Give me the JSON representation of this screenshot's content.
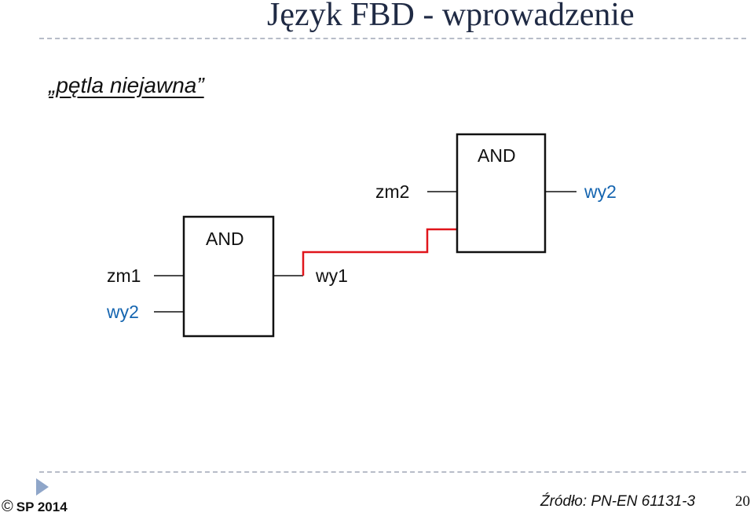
{
  "slide": {
    "title": "Język FBD - wprowadzenie",
    "subtitle": "„pętla niejawna”",
    "footer_copyright": "SP 2014",
    "footer_source": "Źródło: PN-EN 61131-3",
    "page_number": "20"
  },
  "diagram": {
    "block1": {
      "type": "AND",
      "inputs": [
        "zm1",
        "wy2"
      ],
      "output": "wy1"
    },
    "block2": {
      "type": "AND",
      "inputs": [
        "zm2"
      ],
      "output": "wy2"
    },
    "colors": {
      "variable_black": "#111111",
      "variable_blue": "#1565b0",
      "feedback_wire": "#e0151b"
    }
  }
}
